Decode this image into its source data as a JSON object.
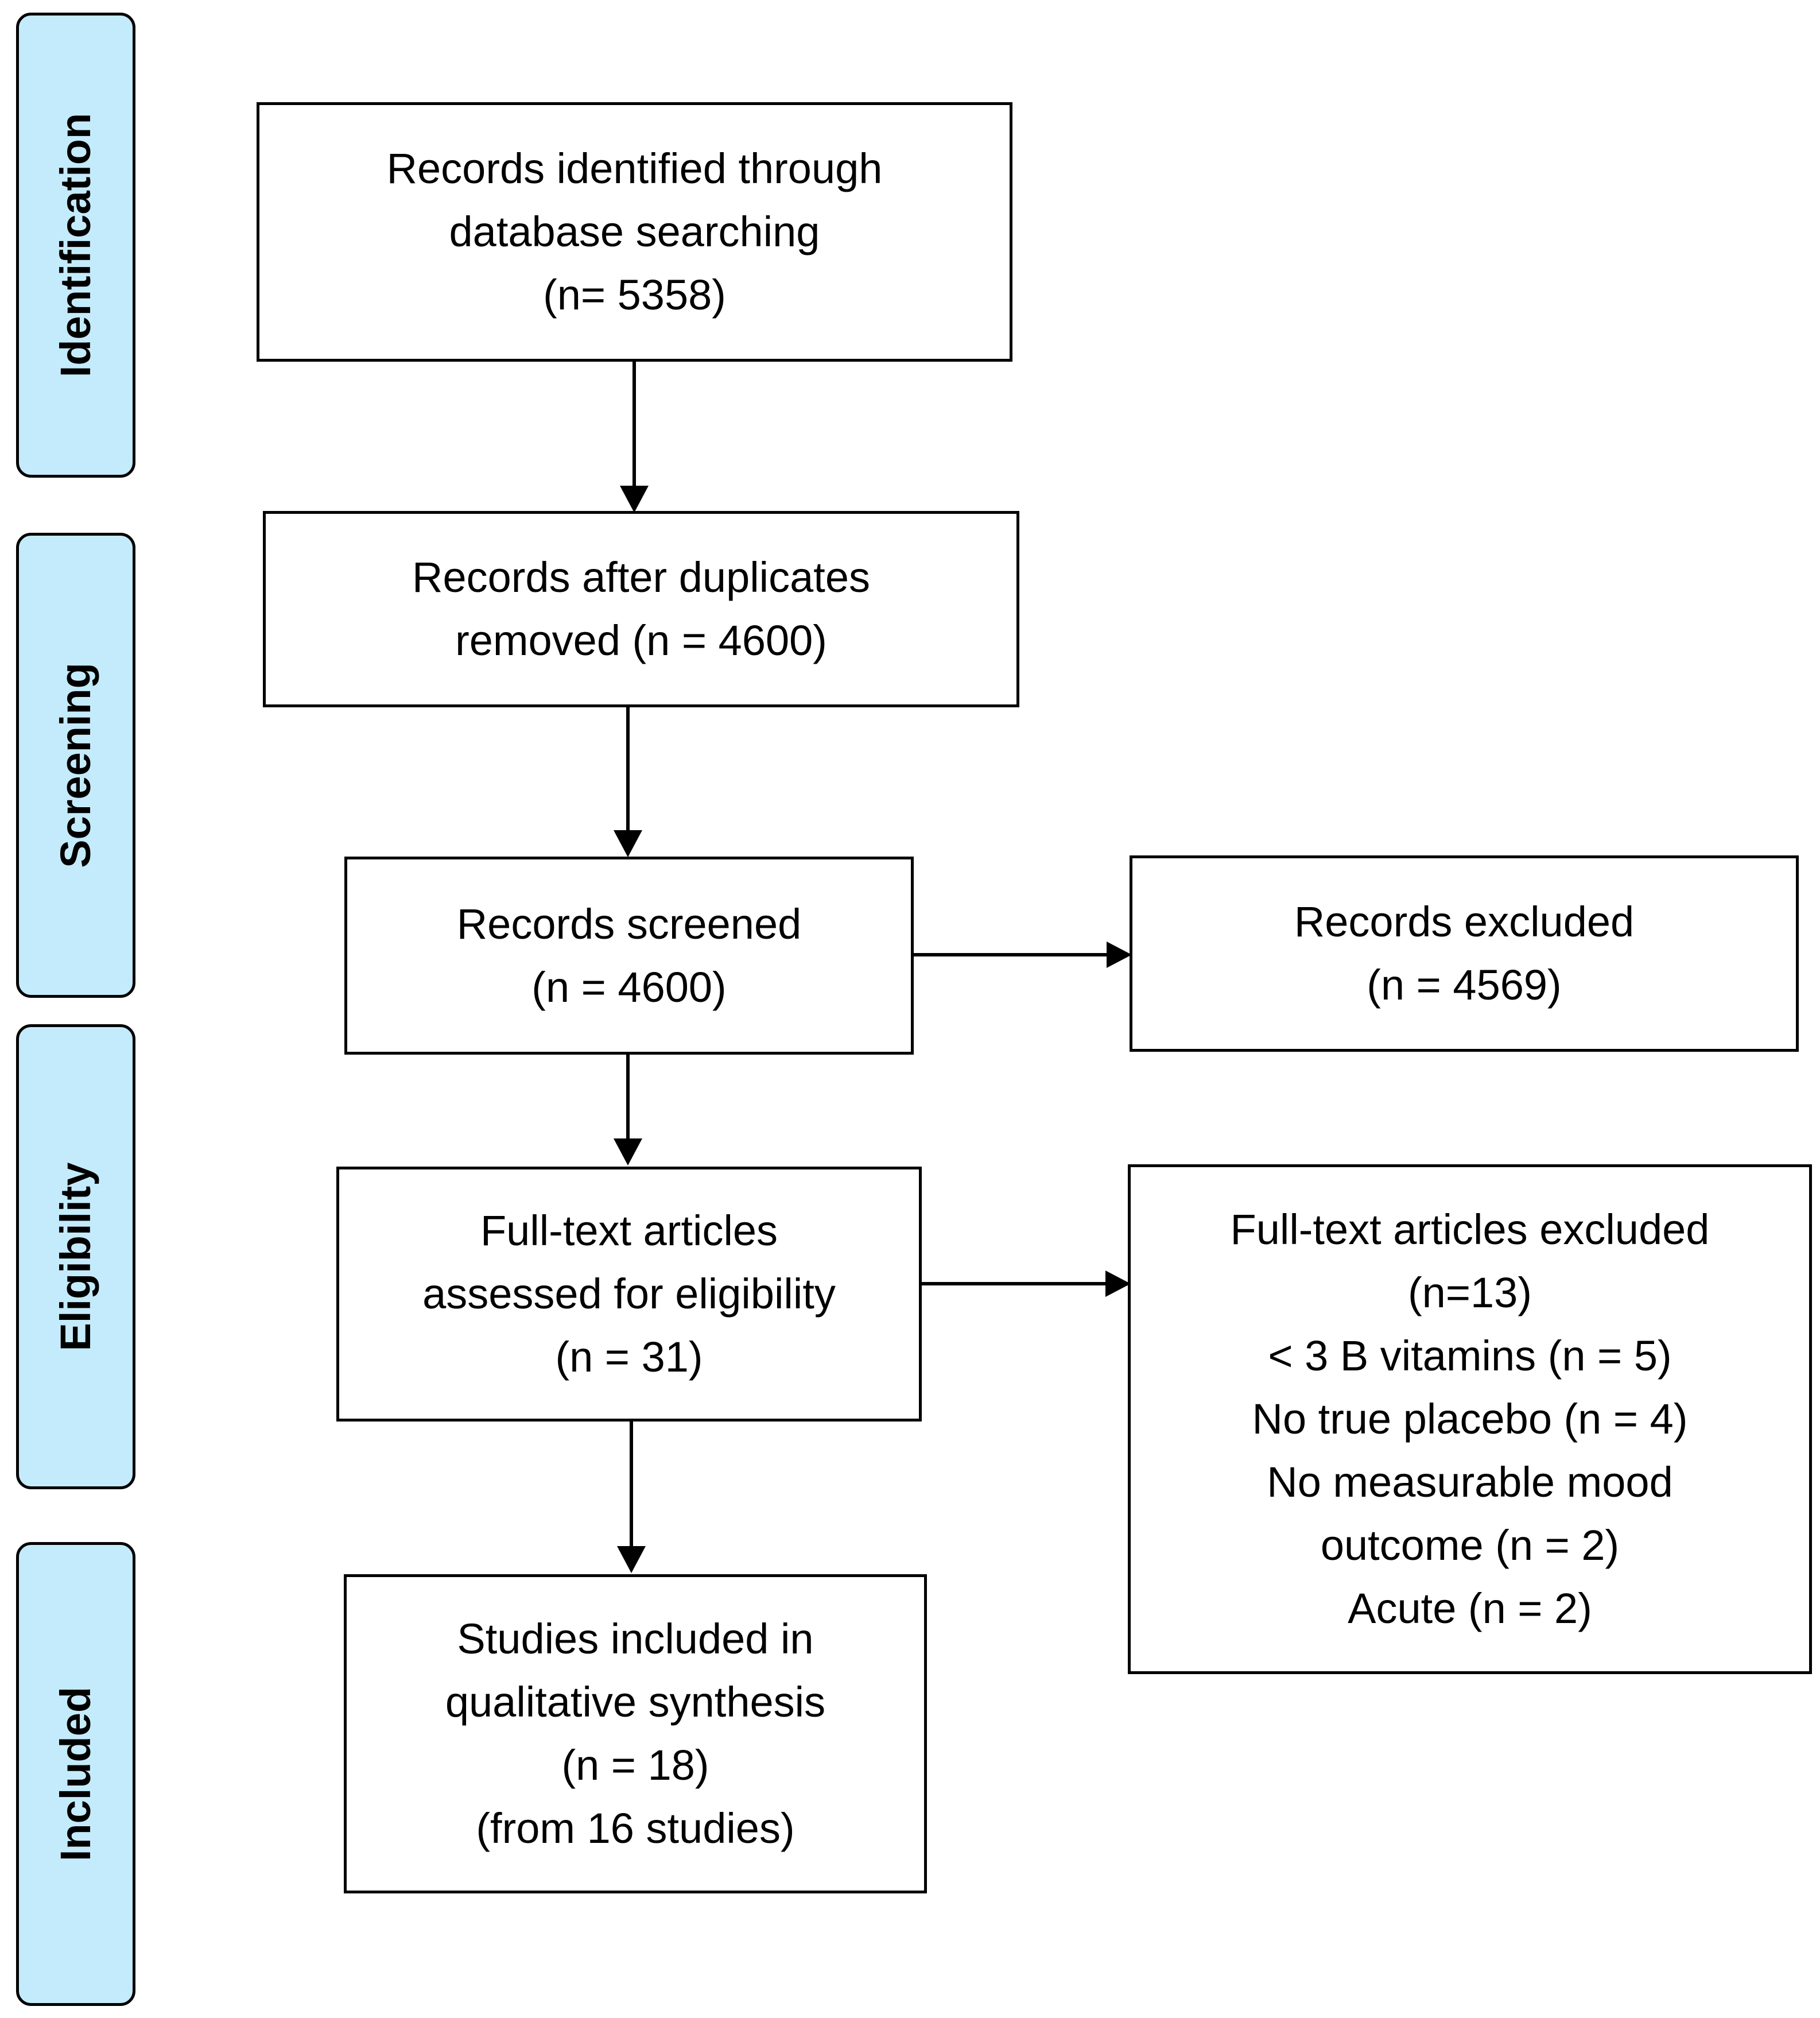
{
  "colors": {
    "stage_fill": "#c4ebfb",
    "border": "#000000",
    "box_fill": "#ffffff"
  },
  "stages": {
    "identification": "Identification",
    "screening": "Screening",
    "eligibility": "Eligibility",
    "included": "Included"
  },
  "boxes": {
    "identified": [
      "Records identified through",
      "database searching",
      "(n= 5358)"
    ],
    "after_duplicates": [
      "Records after duplicates",
      "removed (n = 4600)"
    ],
    "screened": [
      "Records screened",
      "(n = 4600)"
    ],
    "excluded": [
      "Records excluded",
      "(n = 4569)"
    ],
    "fulltext_assessed": [
      "Full-text articles",
      "assessed for eligibility",
      "(n = 31)"
    ],
    "fulltext_excluded": [
      "Full-text articles excluded",
      "(n=13)",
      "< 3 B vitamins (n = 5)",
      "No true placebo (n = 4)",
      "No measurable mood",
      "outcome (n = 2)",
      "Acute (n = 2)"
    ],
    "included": [
      "Studies included in",
      "qualitative synthesis",
      "(n = 18)",
      "(from 16 studies)"
    ]
  }
}
